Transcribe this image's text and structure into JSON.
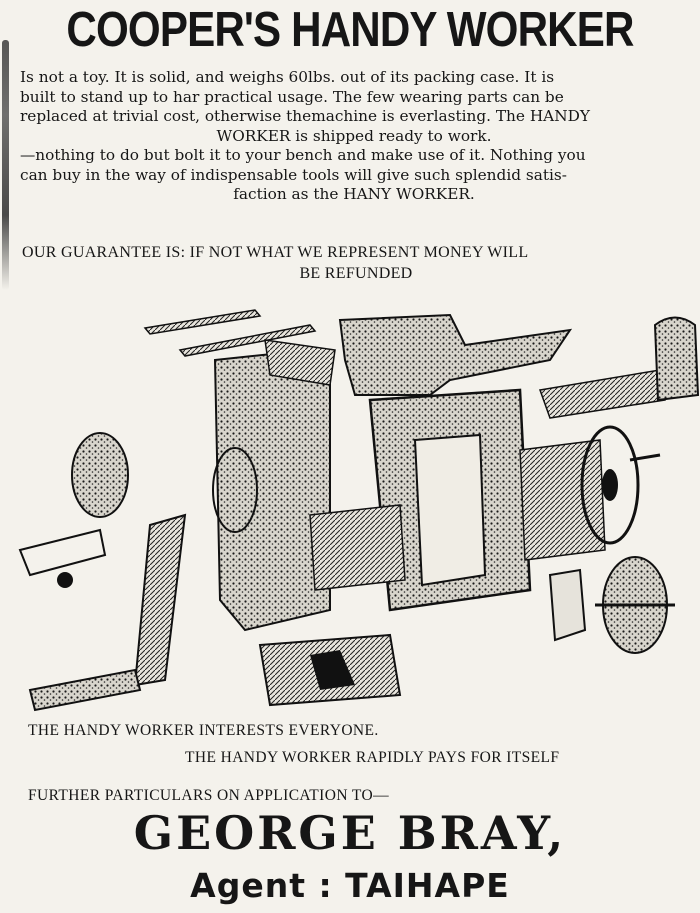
{
  "headline": "COOPER'S HANDY WORKER",
  "body_lines": [
    "Is not a toy. It is solid, and weighs 60lbs. out of its packing case. It is",
    "built to stand up to har practical usage. The few wearing parts can be",
    "replaced at trivial cost, otherwise themachine is everlasting. The HANDY",
    "WORKER is shipped ready to work.",
    "—nothing to do but bolt it to your bench and make use of it. Nothing you",
    "can buy in the way of indispensable tools will give such splendid satis-",
    "faction as the HANY WORKER."
  ],
  "guarantee": {
    "line1": "OUR GUARANTEE IS: IF NOT WHAT WE REPRESENT MONEY WILL",
    "line2": "BE REFUNDED"
  },
  "taglines": {
    "interests": "THE HANDY WORKER INTERESTS EVERYONE.",
    "pays": "THE HANDY WORKER RAPIDLY PAYS FOR ITSELF",
    "particulars": "FURTHER PARTICULARS ON APPLICATION TO—"
  },
  "agent": {
    "name": "GEORGE BRAY,",
    "line": "Agent : TAIHAPE"
  },
  "colors": {
    "ink": "#161616",
    "paper": "#f4f2ec"
  }
}
